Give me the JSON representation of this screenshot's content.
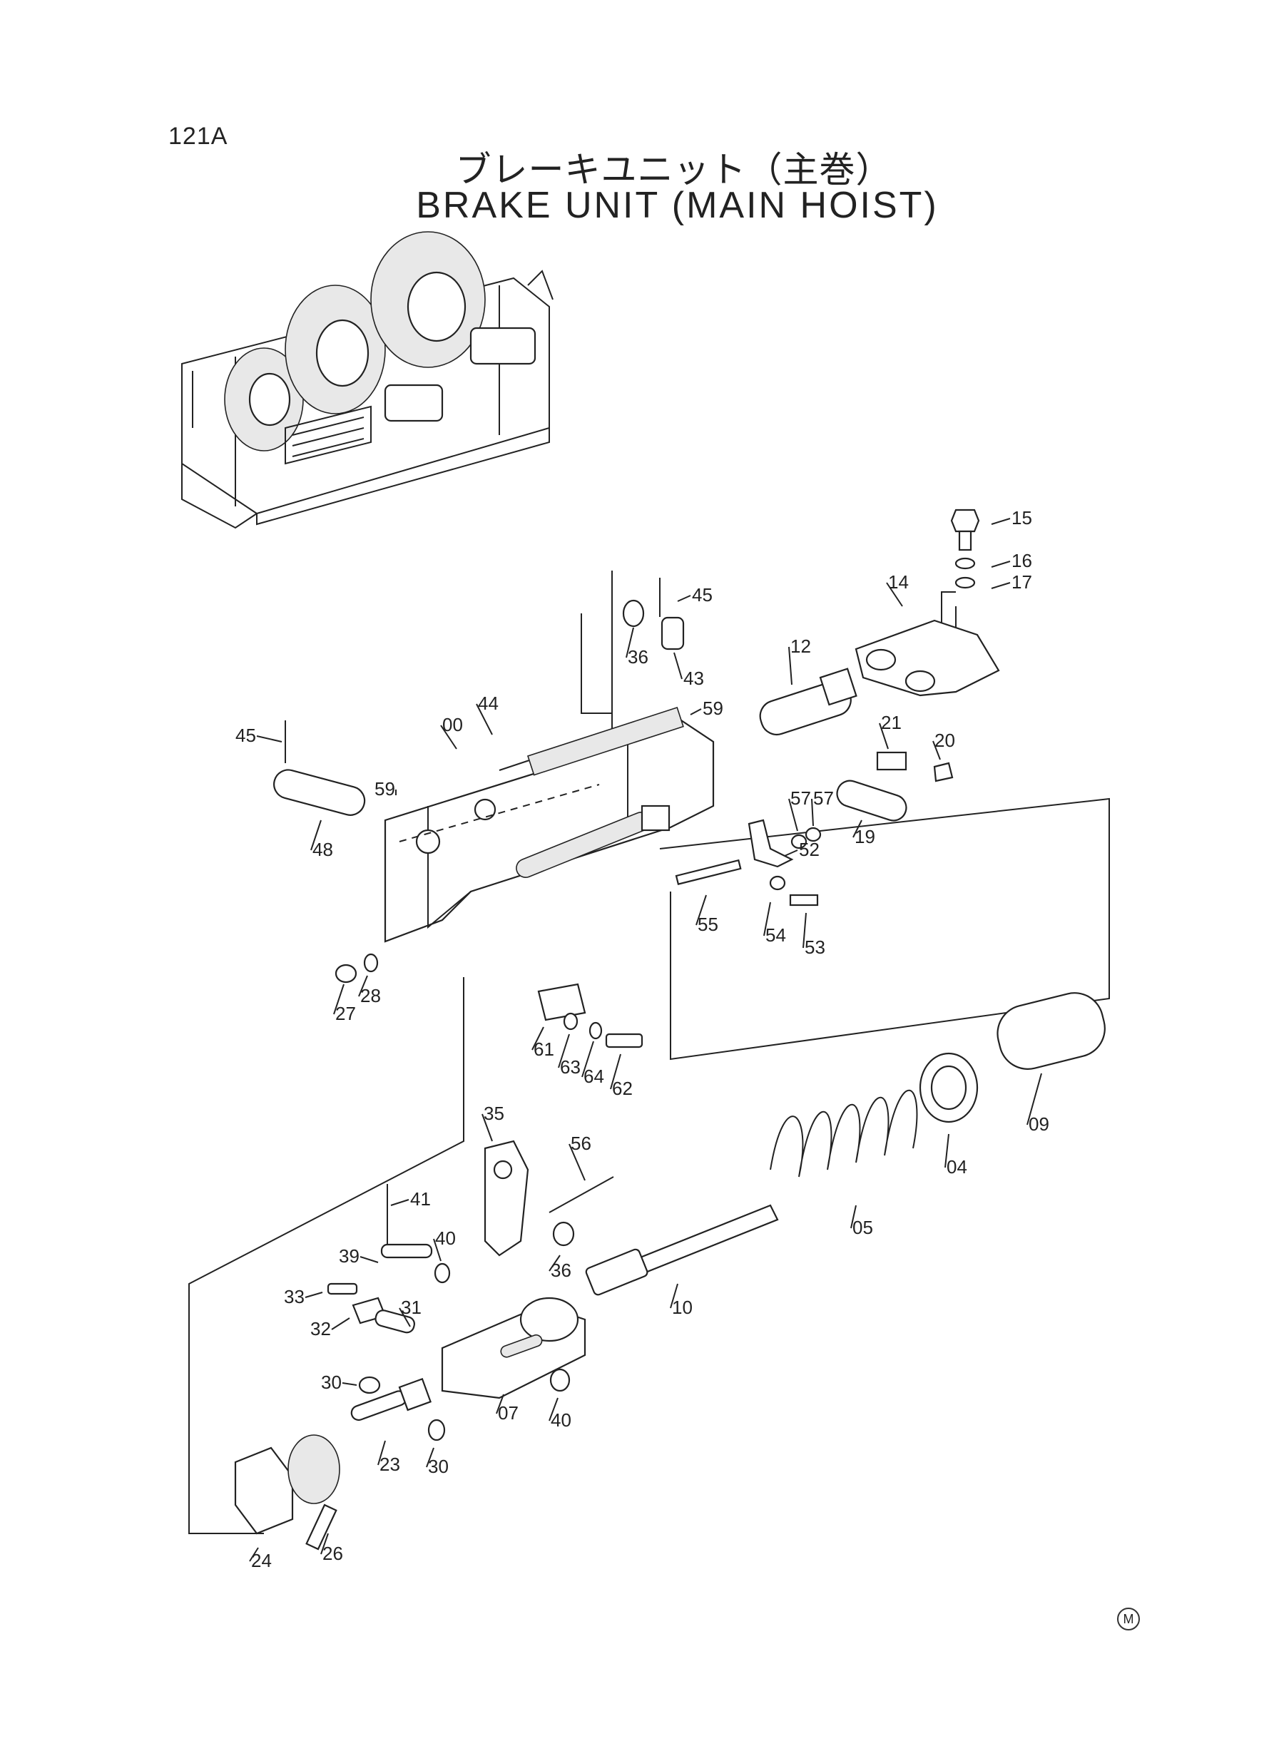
{
  "header": {
    "code": "121A",
    "title_jp": "ブレーキユニット（主巻）",
    "title_en": "BRAKE UNIT (MAIN HOIST)"
  },
  "footer": {
    "mark": "M"
  },
  "callouts": [
    "15",
    "16",
    "17",
    "45",
    "14",
    "36",
    "43",
    "12",
    "59",
    "44",
    "00",
    "45",
    "59",
    "21",
    "20",
    "57",
    "57",
    "19",
    "52",
    "48",
    "55",
    "54",
    "53",
    "27",
    "28",
    "61",
    "63",
    "64",
    "62",
    "09",
    "04",
    "35",
    "56",
    "05",
    "41",
    "39",
    "40",
    "36",
    "10",
    "33",
    "32",
    "31",
    "30",
    "07",
    "40",
    "23",
    "30",
    "24",
    "26"
  ]
}
